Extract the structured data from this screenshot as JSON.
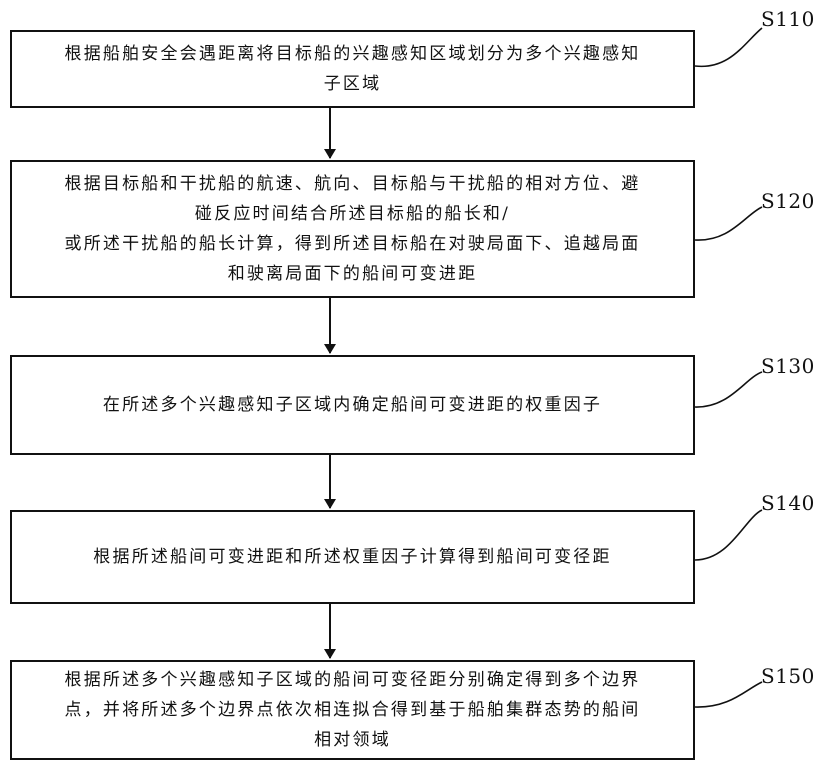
{
  "steps": [
    {
      "id": "S110",
      "text": "根据船舶安全会遇距离将目标船的兴趣感知区域划分为多个兴趣感知\n子区域"
    },
    {
      "id": "S120",
      "text": "根据目标船和干扰船的航速、航向、目标船与干扰船的相对方位、避\n碰反应时间结合所述目标船的船长和/\n或所述干扰船的船长计算，得到所述目标船在对驶局面下、追越局面\n和驶离局面下的船间可变进距"
    },
    {
      "id": "S130",
      "text": "在所述多个兴趣感知子区域内确定船间可变进距的权重因子"
    },
    {
      "id": "S140",
      "text": "根据所述船间可变进距和所述权重因子计算得到船间可变径距"
    },
    {
      "id": "S150",
      "text": "根据所述多个兴趣感知子区域的船间可变径距分别确定得到多个边界\n点，并将所述多个边界点依次相连拟合得到基于船舶集群态势的船间\n相对领域"
    }
  ]
}
